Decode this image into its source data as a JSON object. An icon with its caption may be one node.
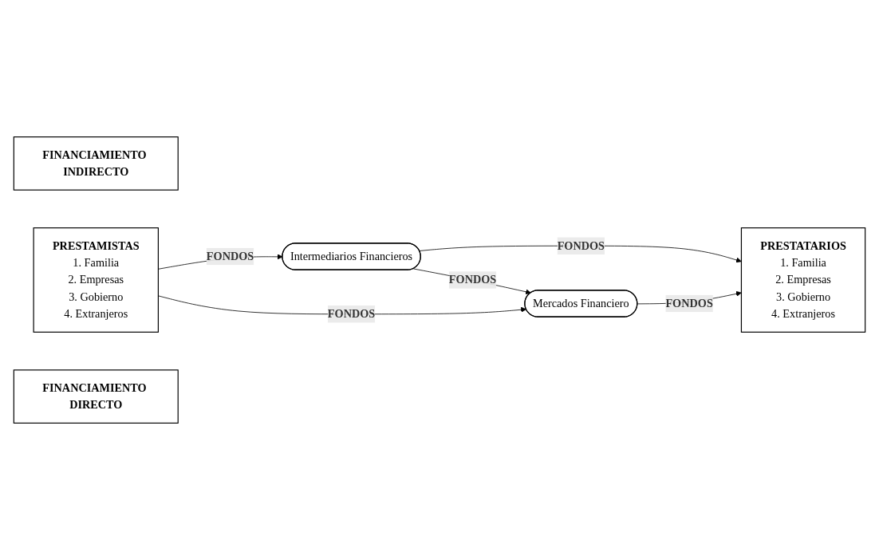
{
  "diagram": {
    "nodes": [
      {
        "text": [
          "FINANCIAMIENTO INDIRECTO"
        ]
      },
      {
        "text": [
          "Intermediarios Financieros"
        ]
      },
      {
        "text": [
          "PRESTAMISTAS",
          "1. Familia",
          "2. Empresas",
          "3. Gobierno",
          "4. Extranjeros"
        ]
      },
      {
        "text": [
          "Mercados Financiero"
        ]
      },
      {
        "text": [
          "PRESTATARIOS",
          "1. Familia",
          "2. Empresas",
          "3. Gobierno",
          "4. Extranjeros"
        ]
      },
      {
        "text": [
          "FINANCIAMIENTO DIRECTO"
        ]
      }
    ],
    "edges": [
      {
        "from": 2,
        "to": 1,
        "arrow": "to",
        "label": "FONDOS"
      },
      {
        "from": 1,
        "to": 4,
        "arrow": "to",
        "label": "FONDOS"
      },
      {
        "from": 1,
        "to": 3,
        "arrow": "to",
        "label": "FONDOS"
      },
      {
        "from": 2,
        "to": 3,
        "arrow": "to",
        "label": "FONDOS"
      },
      {
        "from": 3,
        "to": 4,
        "arrow": "to",
        "label": "FONDOS"
      }
    ]
  }
}
